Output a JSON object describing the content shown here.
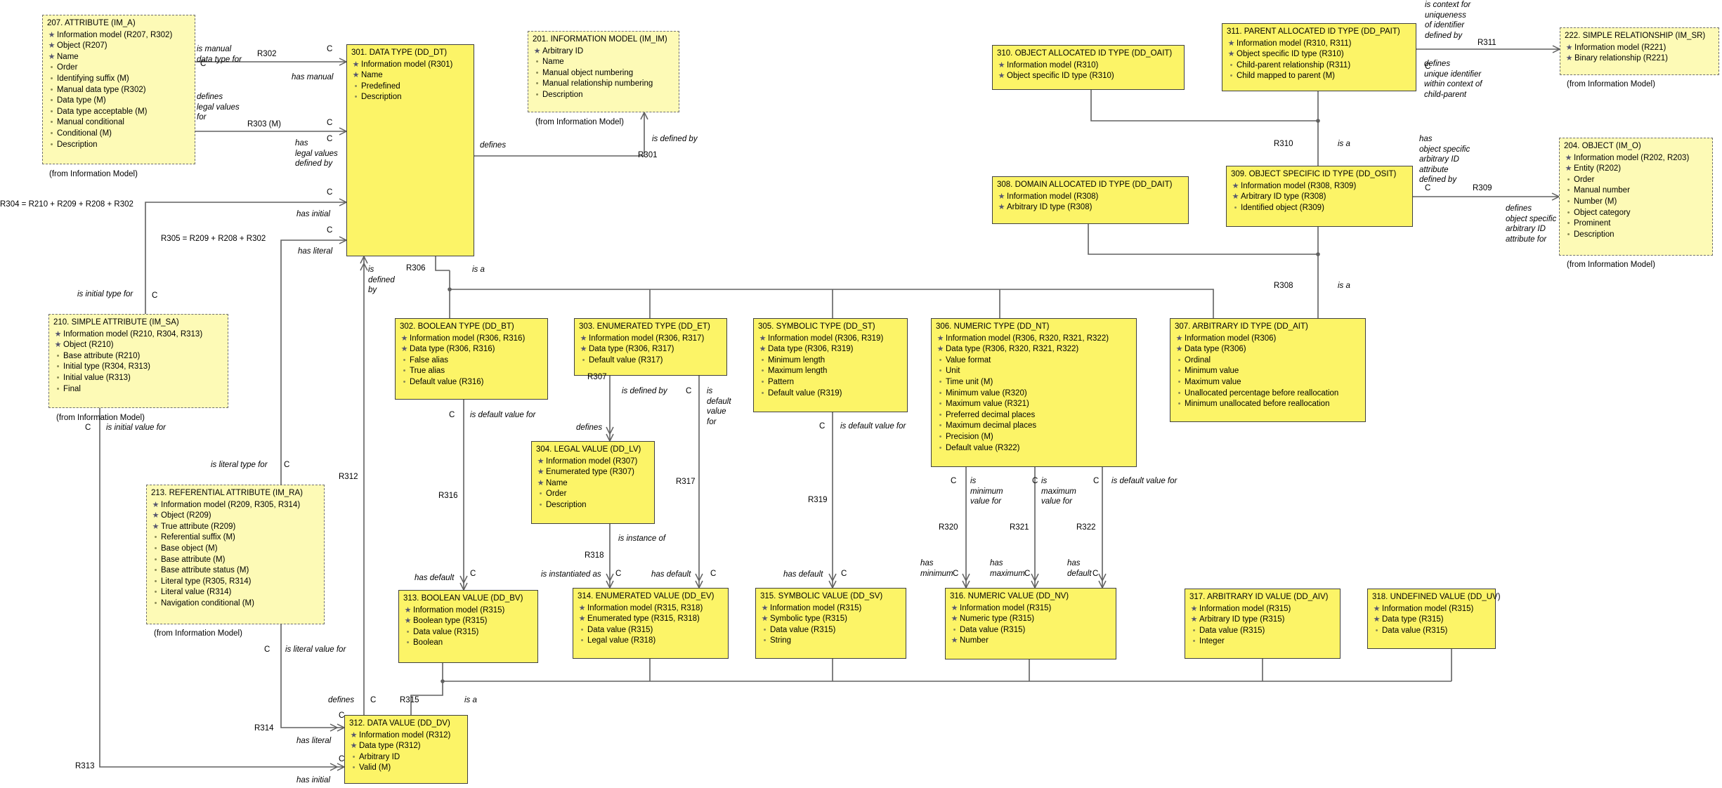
{
  "classes": {
    "c207": {
      "title": "207. ATTRIBUTE (IM_A)",
      "items": [
        {
          "k": "id",
          "t": "Information model (R207, R302)"
        },
        {
          "k": "id",
          "t": "Object (R207)"
        },
        {
          "k": "id",
          "t": "Name"
        },
        {
          "k": "attr",
          "t": "Order"
        },
        {
          "k": "attr",
          "t": "Identifying suffix (M)"
        },
        {
          "k": "attr",
          "t": "Manual data type (R302)"
        },
        {
          "k": "attr",
          "t": "Data type (M)"
        },
        {
          "k": "attr",
          "t": "Data type acceptable (M)"
        },
        {
          "k": "attr",
          "t": "Manual conditional"
        },
        {
          "k": "attr",
          "t": "Conditional (M)"
        },
        {
          "k": "attr",
          "t": "Description"
        }
      ]
    },
    "c301": {
      "title": "301. DATA TYPE (DD_DT)",
      "items": [
        {
          "k": "id",
          "t": "Information model (R301)"
        },
        {
          "k": "id",
          "t": "Name"
        },
        {
          "k": "attr",
          "t": "Predefined"
        },
        {
          "k": "attr",
          "t": "Description"
        }
      ]
    },
    "c201": {
      "title": "201. INFORMATION MODEL (IM_IM)",
      "items": [
        {
          "k": "id",
          "t": "Arbitrary ID"
        },
        {
          "k": "attr",
          "t": "Name"
        },
        {
          "k": "attr",
          "t": "Manual object numbering"
        },
        {
          "k": "attr",
          "t": "Manual relationship numbering"
        },
        {
          "k": "attr",
          "t": "Description"
        }
      ]
    },
    "c310": {
      "title": "310. OBJECT ALLOCATED ID TYPE (DD_OAIT)",
      "items": [
        {
          "k": "id",
          "t": "Information model (R310)"
        },
        {
          "k": "id",
          "t": "Object specific ID type (R310)"
        }
      ]
    },
    "c311": {
      "title": "311. PARENT ALLOCATED ID TYPE (DD_PAIT)",
      "items": [
        {
          "k": "id",
          "t": "Information model (R310, R311)"
        },
        {
          "k": "id",
          "t": "Object specific ID type (R310)"
        },
        {
          "k": "attr",
          "t": "Child-parent relationship (R311)"
        },
        {
          "k": "attr",
          "t": "Child mapped to parent (M)"
        }
      ]
    },
    "c222": {
      "title": "222. SIMPLE RELATIONSHIP (IM_SR)",
      "items": [
        {
          "k": "id",
          "t": "Information model (R221)"
        },
        {
          "k": "id",
          "t": "Binary relationship (R221)"
        }
      ]
    },
    "c308": {
      "title": "308. DOMAIN ALLOCATED ID TYPE (DD_DAIT)",
      "items": [
        {
          "k": "id",
          "t": "Information model (R308)"
        },
        {
          "k": "id",
          "t": "Arbitrary ID type (R308)"
        }
      ]
    },
    "c309": {
      "title": "309. OBJECT SPECIFIC ID TYPE (DD_OSIT)",
      "items": [
        {
          "k": "id",
          "t": "Information model (R308, R309)"
        },
        {
          "k": "id",
          "t": "Arbitrary ID type (R308)"
        },
        {
          "k": "attr",
          "t": "Identified object (R309)"
        }
      ]
    },
    "c204": {
      "title": "204. OBJECT (IM_O)",
      "items": [
        {
          "k": "id",
          "t": "Information model (R202, R203)"
        },
        {
          "k": "id",
          "t": "Entity (R202)"
        },
        {
          "k": "attr",
          "t": "Order"
        },
        {
          "k": "attr",
          "t": "Manual number"
        },
        {
          "k": "attr",
          "t": "Number (M)"
        },
        {
          "k": "attr",
          "t": "Object category"
        },
        {
          "k": "attr",
          "t": "Prominent"
        },
        {
          "k": "attr",
          "t": "Description"
        }
      ]
    },
    "c210": {
      "title": "210. SIMPLE ATTRIBUTE (IM_SA)",
      "items": [
        {
          "k": "id",
          "t": "Information model (R210, R304, R313)"
        },
        {
          "k": "id",
          "t": "Object (R210)"
        },
        {
          "k": "attr",
          "t": "Base attribute (R210)"
        },
        {
          "k": "attr",
          "t": "Initial type (R304, R313)"
        },
        {
          "k": "attr",
          "t": "Initial value (R313)"
        },
        {
          "k": "attr",
          "t": "Final"
        }
      ]
    },
    "c302": {
      "title": "302. BOOLEAN TYPE (DD_BT)",
      "items": [
        {
          "k": "id",
          "t": "Information model (R306, R316)"
        },
        {
          "k": "id",
          "t": "Data type (R306, R316)"
        },
        {
          "k": "attr",
          "t": "False alias"
        },
        {
          "k": "attr",
          "t": "True alias"
        },
        {
          "k": "attr",
          "t": "Default value (R316)"
        }
      ]
    },
    "c303": {
      "title": "303. ENUMERATED TYPE (DD_ET)",
      "items": [
        {
          "k": "id",
          "t": "Information model (R306, R317)"
        },
        {
          "k": "id",
          "t": "Data type (R306, R317)"
        },
        {
          "k": "attr",
          "t": "Default value (R317)"
        }
      ]
    },
    "c305": {
      "title": "305. SYMBOLIC TYPE (DD_ST)",
      "items": [
        {
          "k": "id",
          "t": "Information model (R306, R319)"
        },
        {
          "k": "id",
          "t": "Data type (R306, R319)"
        },
        {
          "k": "attr",
          "t": "Minimum length"
        },
        {
          "k": "attr",
          "t": "Maximum length"
        },
        {
          "k": "attr",
          "t": "Pattern"
        },
        {
          "k": "attr",
          "t": "Default value (R319)"
        }
      ]
    },
    "c306": {
      "title": "306. NUMERIC TYPE (DD_NT)",
      "items": [
        {
          "k": "id",
          "t": "Information model (R306, R320, R321, R322)"
        },
        {
          "k": "id",
          "t": "Data type (R306, R320, R321, R322)"
        },
        {
          "k": "attr",
          "t": "Value format"
        },
        {
          "k": "attr",
          "t": "Unit"
        },
        {
          "k": "attr",
          "t": "Time unit (M)"
        },
        {
          "k": "attr",
          "t": "Minimum value (R320)"
        },
        {
          "k": "attr",
          "t": "Maximum value (R321)"
        },
        {
          "k": "attr",
          "t": "Preferred decimal places"
        },
        {
          "k": "attr",
          "t": "Maximum decimal places"
        },
        {
          "k": "attr",
          "t": "Precision (M)"
        },
        {
          "k": "attr",
          "t": "Default value (R322)"
        }
      ]
    },
    "c307": {
      "title": "307. ARBITRARY ID TYPE (DD_AIT)",
      "items": [
        {
          "k": "id",
          "t": "Information model (R306)"
        },
        {
          "k": "id",
          "t": "Data type (R306)"
        },
        {
          "k": "attr",
          "t": "Ordinal"
        },
        {
          "k": "attr",
          "t": "Minimum value"
        },
        {
          "k": "attr",
          "t": "Maximum value"
        },
        {
          "k": "attr",
          "t": "Unallocated percentage before reallocation"
        },
        {
          "k": "attr",
          "t": "Minimum unallocated before reallocation"
        }
      ]
    },
    "c304": {
      "title": "304. LEGAL VALUE (DD_LV)",
      "items": [
        {
          "k": "id",
          "t": "Information model (R307)"
        },
        {
          "k": "id",
          "t": "Enumerated type (R307)"
        },
        {
          "k": "id",
          "t": "Name"
        },
        {
          "k": "attr",
          "t": "Order"
        },
        {
          "k": "attr",
          "t": "Description"
        }
      ]
    },
    "c213": {
      "title": "213. REFERENTIAL ATTRIBUTE (IM_RA)",
      "items": [
        {
          "k": "id",
          "t": "Information model (R209, R305, R314)"
        },
        {
          "k": "id",
          "t": "Object (R209)"
        },
        {
          "k": "id",
          "t": "True attribute (R209)"
        },
        {
          "k": "attr",
          "t": "Referential suffix (M)"
        },
        {
          "k": "attr",
          "t": "Base object (M)"
        },
        {
          "k": "attr",
          "t": "Base attribute (M)"
        },
        {
          "k": "attr",
          "t": "Base attribute status (M)"
        },
        {
          "k": "attr",
          "t": "Literal type (R305, R314)"
        },
        {
          "k": "attr",
          "t": "Literal value (R314)"
        },
        {
          "k": "attr",
          "t": "Navigation conditional (M)"
        }
      ]
    },
    "c313": {
      "title": "313. BOOLEAN VALUE (DD_BV)",
      "items": [
        {
          "k": "id",
          "t": "Information model (R315)"
        },
        {
          "k": "id",
          "t": "Boolean type (R315)"
        },
        {
          "k": "attr",
          "t": "Data value (R315)"
        },
        {
          "k": "attr",
          "t": "Boolean"
        }
      ]
    },
    "c314": {
      "title": "314. ENUMERATED VALUE (DD_EV)",
      "items": [
        {
          "k": "id",
          "t": "Information model (R315, R318)"
        },
        {
          "k": "id",
          "t": "Enumerated type (R315, R318)"
        },
        {
          "k": "attr",
          "t": "Data value (R315)"
        },
        {
          "k": "attr",
          "t": "Legal value (R318)"
        }
      ]
    },
    "c315": {
      "title": "315. SYMBOLIC VALUE (DD_SV)",
      "items": [
        {
          "k": "id",
          "t": "Information model (R315)"
        },
        {
          "k": "id",
          "t": "Symbolic type (R315)"
        },
        {
          "k": "attr",
          "t": "Data value (R315)"
        },
        {
          "k": "attr",
          "t": "String"
        }
      ]
    },
    "c316": {
      "title": "316. NUMERIC VALUE (DD_NV)",
      "items": [
        {
          "k": "id",
          "t": "Information model (R315)"
        },
        {
          "k": "id",
          "t": "Numeric type (R315)"
        },
        {
          "k": "attr",
          "t": "Data value (R315)"
        },
        {
          "k": "id",
          "t": "Number"
        }
      ]
    },
    "c317": {
      "title": "317. ARBITRARY ID VALUE (DD_AIV)",
      "items": [
        {
          "k": "id",
          "t": "Information model (R315)"
        },
        {
          "k": "id",
          "t": "Arbitrary ID type (R315)"
        },
        {
          "k": "attr",
          "t": "Data value (R315)"
        },
        {
          "k": "attr",
          "t": "Integer"
        }
      ]
    },
    "c318": {
      "title": "318. UNDEFINED VALUE (DD_UV)",
      "items": [
        {
          "k": "id",
          "t": "Information model (R315)"
        },
        {
          "k": "id",
          "t": "Data type (R315)"
        },
        {
          "k": "attr",
          "t": "Data value (R315)"
        }
      ]
    },
    "c312": {
      "title": "312. DATA VALUE (DD_DV)",
      "items": [
        {
          "k": "id",
          "t": "Information model (R312)"
        },
        {
          "k": "id",
          "t": "Data type (R312)"
        },
        {
          "k": "attr",
          "t": "Arbitrary ID"
        },
        {
          "k": "attr",
          "t": "Valid (M)"
        }
      ]
    }
  },
  "notes": {
    "from_im": "(from Information Model)"
  },
  "labels": [
    "is manual\ndata type for",
    "C",
    "R302",
    "C",
    "has manual",
    "defines\nlegal values\nfor",
    "C",
    "R303 (M)",
    "C",
    "has\nlegal values\ndefined by",
    "defines",
    "is defined by",
    "R301",
    "R304 = R210 + R209 + R208 + R302",
    "C",
    "has initial",
    "R305 = R209 + R208 + R302",
    "C",
    "has literal",
    "is\ndefined\nby",
    "R306",
    "is a",
    "is initial type for",
    "C",
    "C",
    "is initial value for",
    "R312",
    "is literal type for",
    "C",
    "C",
    "is default value for",
    "R316",
    "has default",
    "C",
    "R307",
    "is defined by",
    "defines",
    "C",
    "is\ndefault\nvalue\nfor",
    "R317",
    "R318",
    "is instance of",
    "is instantiated as",
    "C",
    "has default",
    "C",
    "C",
    "is default value for",
    "R319",
    "has default",
    "C",
    "C",
    "is\nminimum\nvalue for",
    "C",
    "is\nmaximum\nvalue for",
    "C",
    "is default value for",
    "R320",
    "R321",
    "R322",
    "has\nminimum",
    "C",
    "has\nmaximum",
    "C",
    "has\ndefault",
    "C",
    "is context for\nuniqueness\nof identifier\ndefined by",
    "R311",
    "C",
    "defines\nunique identifier\nwithin context of\nchild-parent",
    "R310",
    "is a",
    "has\nobject specific\narbitrary ID\nattribute\ndefined by",
    "R309",
    "C",
    "defines\nobject specific\narbitrary ID\nattribute for",
    "R308",
    "is a",
    "C",
    "is literal value for",
    "R314",
    "C",
    "has literal",
    "R313",
    "C",
    "has initial",
    "defines",
    "C",
    "R315",
    "is a"
  ]
}
